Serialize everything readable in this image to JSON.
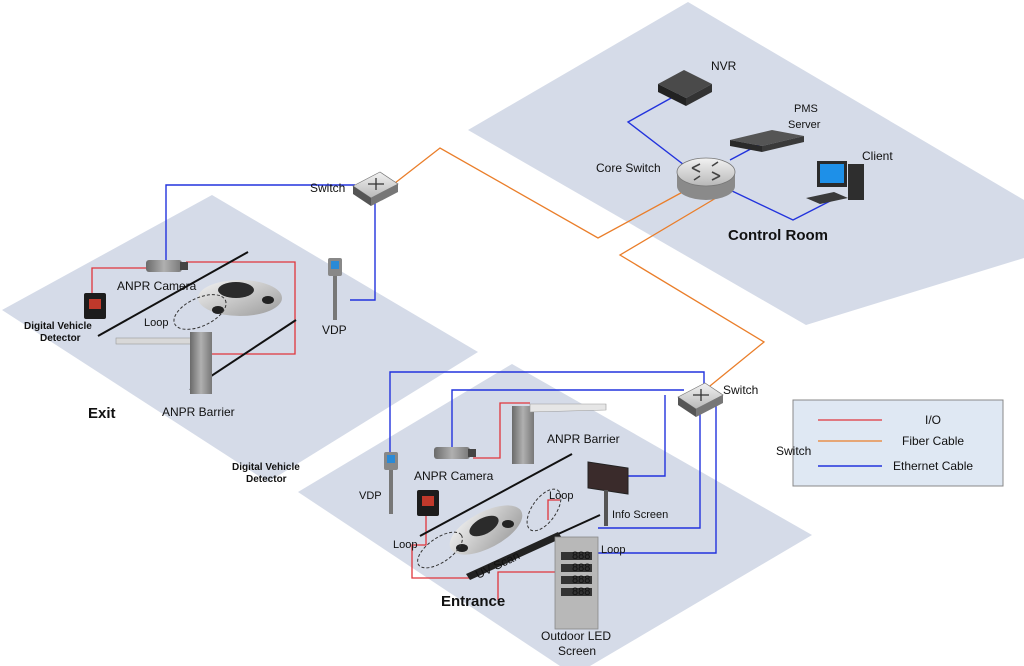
{
  "zones": {
    "control_room": "Control Room",
    "exit": "Exit",
    "entrance": "Entrance"
  },
  "devices": {
    "nvr": "NVR",
    "pms_line1": "PMS",
    "pms_line2": "Server",
    "client": "Client",
    "core_switch": "Core Switch",
    "switch_exit": "Switch",
    "switch_entrance": "Switch",
    "exit_camera": "ANPR Camera",
    "exit_detector_line1": "Digital Vehicle",
    "exit_detector_line2": "Detector",
    "exit_loop": "Loop",
    "exit_barrier": "ANPR Barrier",
    "exit_vdp": "VDP",
    "entrance_detector_line1": "Digital Vehicle",
    "entrance_detector_line2": "Detector",
    "entrance_vdp": "VDP",
    "entrance_camera": "ANPR Camera",
    "entrance_barrier": "ANPR Barrier",
    "entrance_loop_left": "Loop",
    "entrance_loop_right": "Loop",
    "entrance_loop_bottom": "Loop",
    "info_screen": "Info Screen",
    "uv_scan": "UV Scan",
    "outdoor_led_line1": "Outdoor LED",
    "outdoor_led_line2": "Screen",
    "led_digits": "888"
  },
  "legend": {
    "side_label": "Switch",
    "items": [
      {
        "label": "I/O",
        "color": "#e0353b"
      },
      {
        "label": "Fiber Cable",
        "color": "#ea7e2a"
      },
      {
        "label": "Ethernet Cable",
        "color": "#2233dd"
      }
    ]
  }
}
